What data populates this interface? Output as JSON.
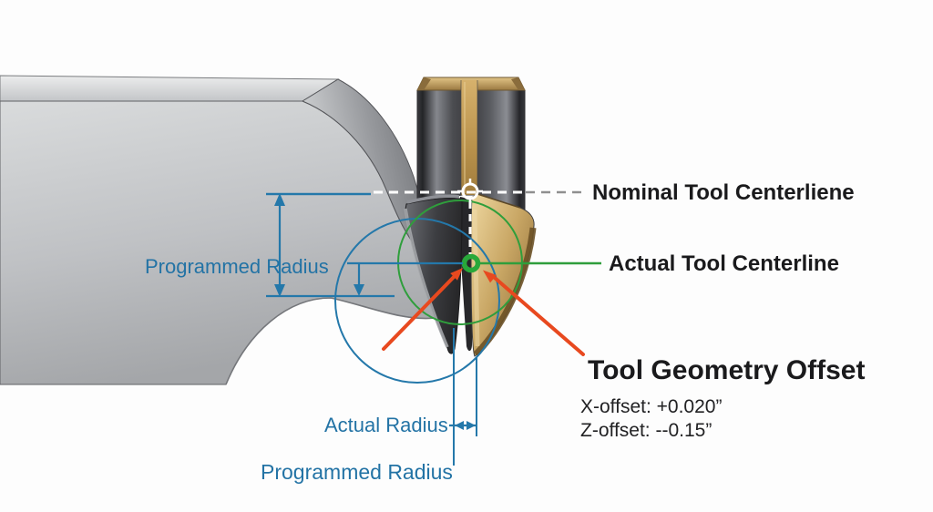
{
  "diagram": {
    "callouts": {
      "nominal_centerline": "Nominal Tool Centerliene",
      "actual_centerline": "Actual Tool Centerline"
    },
    "dimensions": {
      "programmed_radius_left": "Programmed Radius",
      "actual_radius": "Actual Radius",
      "programmed_radius_bottom": "Programmed Radius"
    },
    "offset_callout": {
      "title": "Tool Geometry Offset",
      "x_offset": "X-offset: +0.020”",
      "z_offset": "Z-offset: --0.15”"
    },
    "colors": {
      "dimension_blue": "#2478aa",
      "centerline_green": "#2f9e3c",
      "marker_green": "#28a83a",
      "offset_red": "#e8491f",
      "text_black": "#1a1a1c",
      "tool_gold": "#c9a45c",
      "workpiece_gray": "#b9bbbe",
      "nominal_dash_gray": "#8f8f8f",
      "nominal_dash_white": "#ffffff"
    }
  }
}
